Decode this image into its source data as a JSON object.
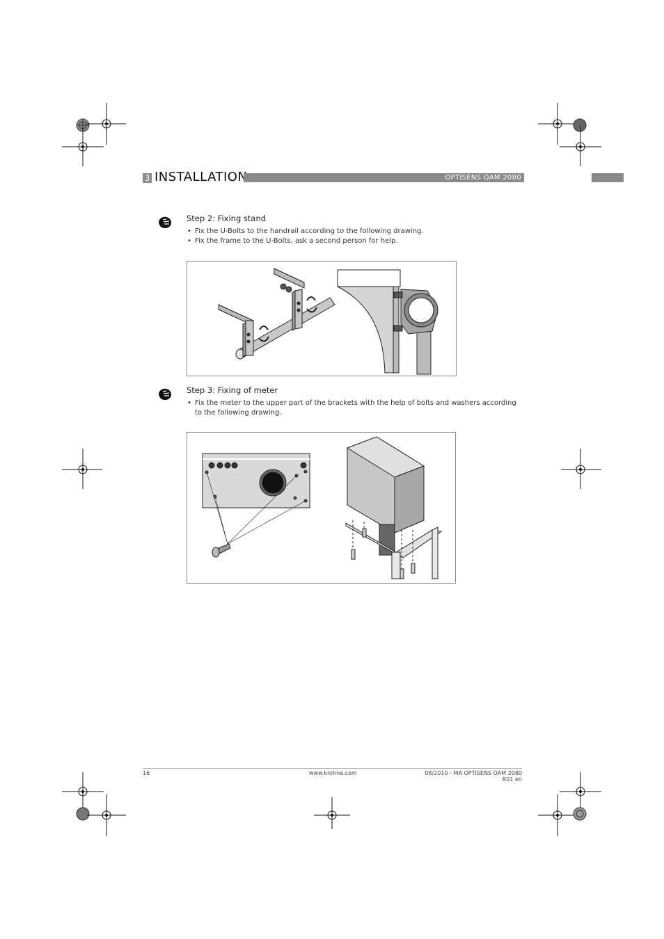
{
  "header": {
    "chapter_number": "3",
    "chapter_title": "INSTALLATION",
    "product": "OPTISENS OAM 2080"
  },
  "steps": [
    {
      "title": "Step 2: Fixing stand",
      "bullets": [
        "Fix the U-Bolts to the handrail according to the following drawing.",
        "Fix the frame to the U-Bolts, ask a second person for help."
      ]
    },
    {
      "title": "Step 3: Fixing of meter",
      "bullets": [
        "Fix the meter to the upper part of the brackets with the help of bolts and washers according to the following drawing."
      ]
    }
  ],
  "footer": {
    "page_number": "16",
    "website": "www.krohne.com",
    "doc_ref": "08/2010 - MA OPTISENS OAM 2080 R01 en"
  },
  "colors": {
    "header_gray": "#8a8a8a"
  },
  "icons": [
    "hand-pointer-icon",
    "registration-mark-icon"
  ]
}
